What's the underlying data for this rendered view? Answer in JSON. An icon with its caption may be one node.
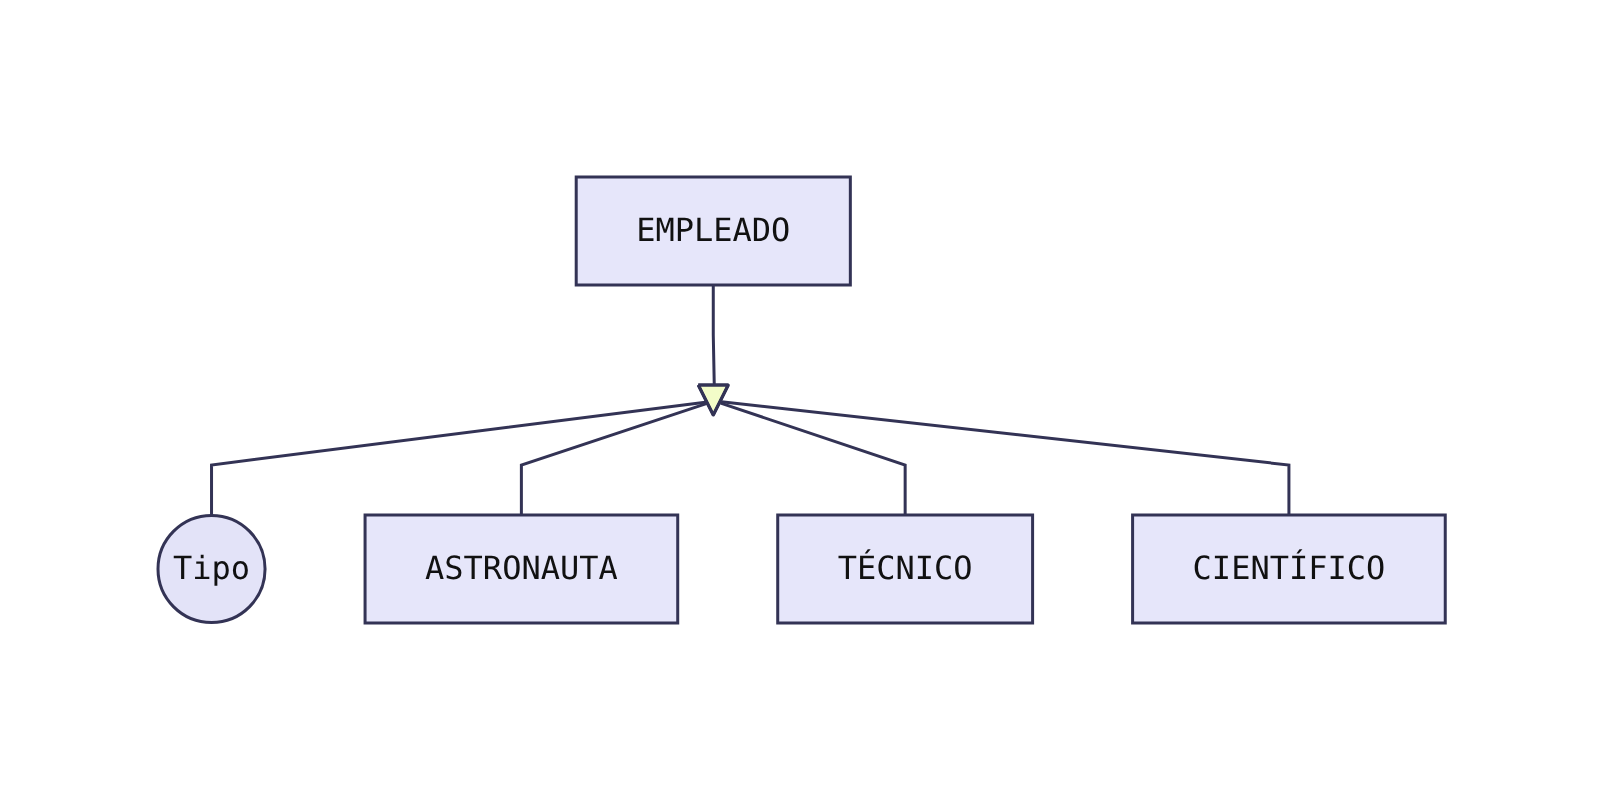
{
  "diagram": {
    "nodes": [
      {
        "text": [
          "EMPLEADO"
        ]
      },
      {
        "text": [],
        "shape": "triangle"
      },
      {
        "text": [
          "Tipo"
        ]
      },
      {
        "text": [
          "ASTRONAUTA"
        ]
      },
      {
        "text": [
          "TÉCNICO"
        ]
      },
      {
        "text": [
          "CIENTÍFICO"
        ]
      }
    ],
    "edges": [
      {
        "from": 0,
        "to": 1,
        "arrow": "none"
      },
      {
        "from": 1,
        "to": 2,
        "arrow": "none"
      },
      {
        "from": 1,
        "to": 3,
        "arrow": "none"
      },
      {
        "from": 1,
        "to": 4,
        "arrow": "none"
      },
      {
        "from": 1,
        "to": 5,
        "arrow": "none"
      }
    ]
  }
}
